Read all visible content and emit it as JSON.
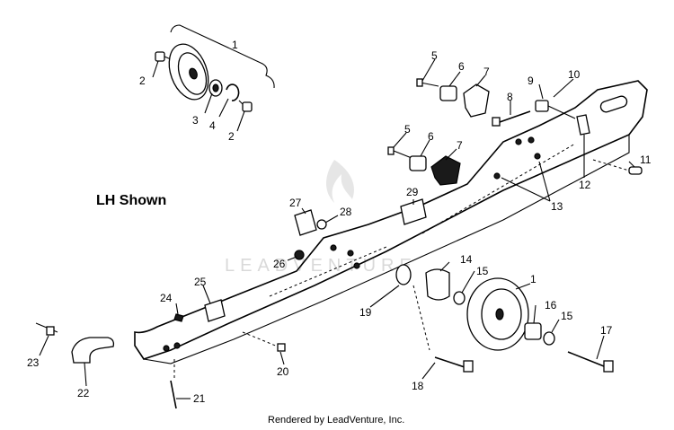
{
  "heading": "LH Shown",
  "footer": "Rendered by LeadVenture, Inc.",
  "watermark": "LEADVENTURE",
  "callouts": {
    "c1_top": "1",
    "c2_left": "2",
    "c3": "3",
    "c4": "4",
    "c2_right": "2",
    "c5_top": "5",
    "c6_top": "6",
    "c7_top": "7",
    "c8": "8",
    "c9": "9",
    "c10": "10",
    "c5_mid": "5",
    "c6_mid": "6",
    "c7_mid": "7",
    "c11": "11",
    "c12": "12",
    "c13": "13",
    "c27": "27",
    "c28": "28",
    "c29": "29",
    "c26": "26",
    "c14": "14",
    "c15_upper": "15",
    "c1_wheel": "1",
    "c16": "16",
    "c15_lower": "15",
    "c17": "17",
    "c19": "19",
    "c18": "18",
    "c25": "25",
    "c24": "24",
    "c23": "23",
    "c22": "22",
    "c20": "20",
    "c21": "21"
  }
}
